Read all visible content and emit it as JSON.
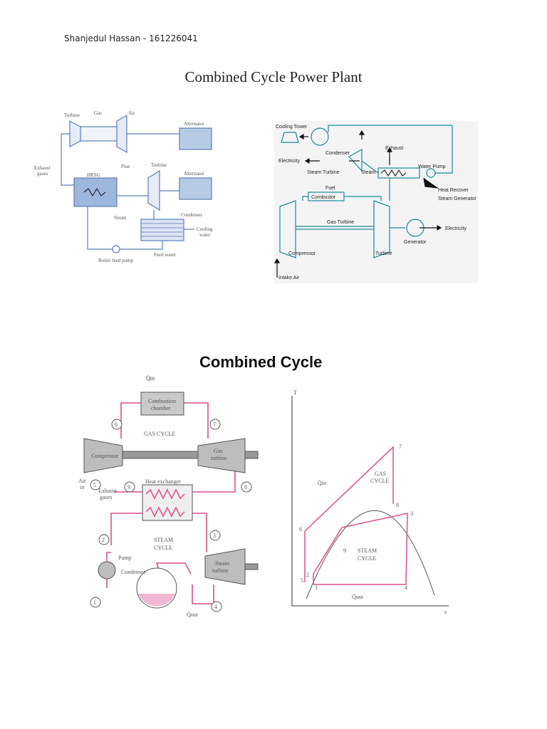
{
  "page": {
    "author": "Shanjedul Hassan - 161226041",
    "title": "Combined Cycle Power Plant"
  },
  "fig1": {
    "turbine": "Turbine",
    "gas": "Gas",
    "air": "Air",
    "alternator1": "Alternator",
    "exhaust1": "Exhaust",
    "exhaust2": "gases",
    "hrsg": "HRSG",
    "flue": "Flue",
    "turbine2": "Turbine",
    "alternator2": "Alternator",
    "condenser": "Condenser",
    "steam": "Steam",
    "cooling1": "Cooling",
    "cooling2": "water",
    "feedwater": "Feed water",
    "pump": "Boiler feed pump"
  },
  "fig2": {
    "cooling_tower": "Cooling Tower",
    "condenser": "Condenser",
    "electricity1": "Electricity",
    "steam_turbine": "Steam Turbine",
    "steam": "Steam",
    "exhaust": "Exhaust",
    "water_pump": "Water Pump",
    "fuel": "Fuel",
    "combustor": "Combustor",
    "heat1": "Heat Recover",
    "heat2": "Steam Generator",
    "gas_turbine": "Gas Turbine",
    "electricity2": "Electricity",
    "generator": "Generator",
    "compressor": "Compressor",
    "turbine": "Turbine",
    "intake": "Intake Air"
  },
  "fig3": {
    "title": "Combined Cycle",
    "qin": "Q̇in",
    "comb1": "Combustion",
    "comb2": "chamber",
    "gas_cycle": "GAS CYCLE",
    "compressor": "Compressor",
    "gas_t1": "Gas",
    "gas_t2": "turbine",
    "air1": "Air",
    "air2": "in",
    "exh1": "Exhaust",
    "exh2": "gases",
    "hx": "Heat exchanger",
    "steam_cycle1": "STEAM",
    "steam_cycle2": "CYCLE",
    "pump": "Pump",
    "condenser": "Condenser",
    "steam_t1": "Steam",
    "steam_t2": "turbine",
    "qout": "Q̇out",
    "n1": "1",
    "n2": "2",
    "n3": "3",
    "n4": "4",
    "n5": "5",
    "n6": "6",
    "n7": "7",
    "n8": "8",
    "n9": "9",
    "ts_T": "T",
    "ts_s": "s",
    "ts_gas1": "GAS",
    "ts_gas2": "CYCLE",
    "ts_st1": "STEAM",
    "ts_st2": "CYCLE",
    "ts_qin": "Q̇in",
    "ts_qout": "Q̇out"
  }
}
